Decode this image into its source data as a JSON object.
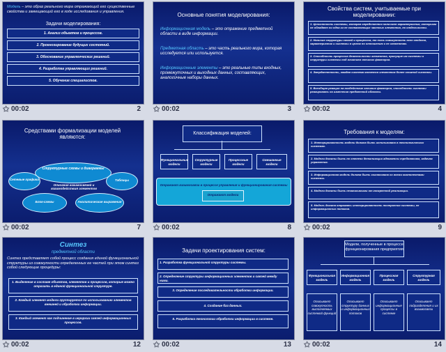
{
  "slides": [
    {
      "num": "2",
      "time": "00:02",
      "intro_term": "Модель",
      "intro": " – это образ реального мира отражающий его существенные свойства и замещающий его в ходе исследования и управления.",
      "heading": "Задачи моделирования:",
      "items": [
        "1. Анализ объектов и процессов.",
        "2. Прогнозирование будущих состояний.",
        "3. Обоснование управленческих решений.",
        "4. Разработка управляющих решений.",
        "5. Обучение специалистов."
      ]
    },
    {
      "num": "3",
      "time": "00:02",
      "title": "Основные понятия моделирования:",
      "p1_term": "Информационная модель",
      "p1": " – это отражение предметной области в виде информации.",
      "p2_term": "Предметная область",
      "p2": " – это часть реального мира, которая исследуется или используется.",
      "p3_term": "Информационные элементы",
      "p3": " – это реальные типы входных, промежуточных и выходных данных, составляющих, аналогичные наборы данных."
    },
    {
      "num": "4",
      "time": "00:02",
      "title": "Свойства систем, учитываемые при моделировании:",
      "items": [
        "1. Целостность системы, которая определяется наличием характеристик, которыми не обладает ни одна из ее составляющих частных элементов, по отдельности.",
        "2. Наличие структуры связей и процессов, то есть совокупность всех свойств, характеристик и системы в целом по отношению к ее элементам.",
        "3. Способность процессов деятельности элементов, присущие им системы и структуры системы под влиянием внешних факторов.",
        "4. Эмерджентность, каждая система является элементом более сложной системы.",
        "5. Всеобщая реакция на воздействие внешних факторов, способность системы реагировать на изменения предметной области."
      ]
    },
    {
      "num": "7",
      "time": "00:02",
      "title": "Средствами формализации моделей являются:",
      "ovals": [
        "Сетевые графики",
        "Структурные схемы и диаграммы",
        "Таблицы",
        "Блок-схемы",
        "Аналитические выражения"
      ],
      "center": "Описание взаимосвязей и взаимодействия элементов"
    },
    {
      "num": "8",
      "time": "00:02",
      "title": "Классификация моделей:",
      "boxes": [
        "Функциональные модели",
        "Структурные модели",
        "Процессные модели",
        "Смешанные модели"
      ],
      "bottom": "Отражают взаимосвязи в процессе управления и функционирования системы",
      "bottom2": "Отражают модели"
    },
    {
      "num": "9",
      "time": "00:02",
      "title": "Требования к моделям:",
      "items": [
        "1. Интегрированность модели должна быть использована в технологических системах.",
        "2. Модели должны быть по степени детализации адекватны требованиям, задачам управления.",
        "3. Информационная модель должна быть согласована со всеми компонентами системы.",
        "4. Модели должны быть независимыми от конкретной реализации.",
        "5. Модель должна отражать интегрированность построения системы, ее информационных потоков."
      ]
    },
    {
      "num": "12",
      "time": "00:02",
      "title": "Синтез",
      "subtitle": "предметной области",
      "intro": "Синтез представляет собой процесс создания единой функциональной структуры из совокупности определенных ее частей при этом синтез собой следующие процедуры:",
      "items": [
        "1. Выделение в составе объектов, элементов и процессов, которые можно отразить в единой функциональной структуре.",
        "2. Каждый элемент модели группируется по использованию элементов внешней и обработки информации.",
        "3. Каждый элемент как подчинение в иерархии связей информационных процессов."
      ]
    },
    {
      "num": "13",
      "time": "00:02",
      "title": "Задачи проектирования систем:",
      "items": [
        "1. Разработка функциональной структуры системы.",
        "2. Определение структуры информационных элементов и связей между ними.",
        "3. Определение последовательности обработки информации.",
        "4. Создание баз данных.",
        "5. Разработка технологии обработки информации в системе."
      ]
    },
    {
      "num": "14",
      "time": "00:02",
      "title": "Модели, полученные в процессе функционирования предприятия",
      "boxes": [
        "Функциональная модель",
        "Информационная модель",
        "Процессная модель",
        "Структурная модель"
      ],
      "descs": [
        "Описывает совокупность выполняемых системой функций",
        "Описывает структуру данных и информационных потоков",
        "Описывает информационные процессы в системе",
        "Описывает подразделения и их взаимосвязи"
      ]
    }
  ]
}
